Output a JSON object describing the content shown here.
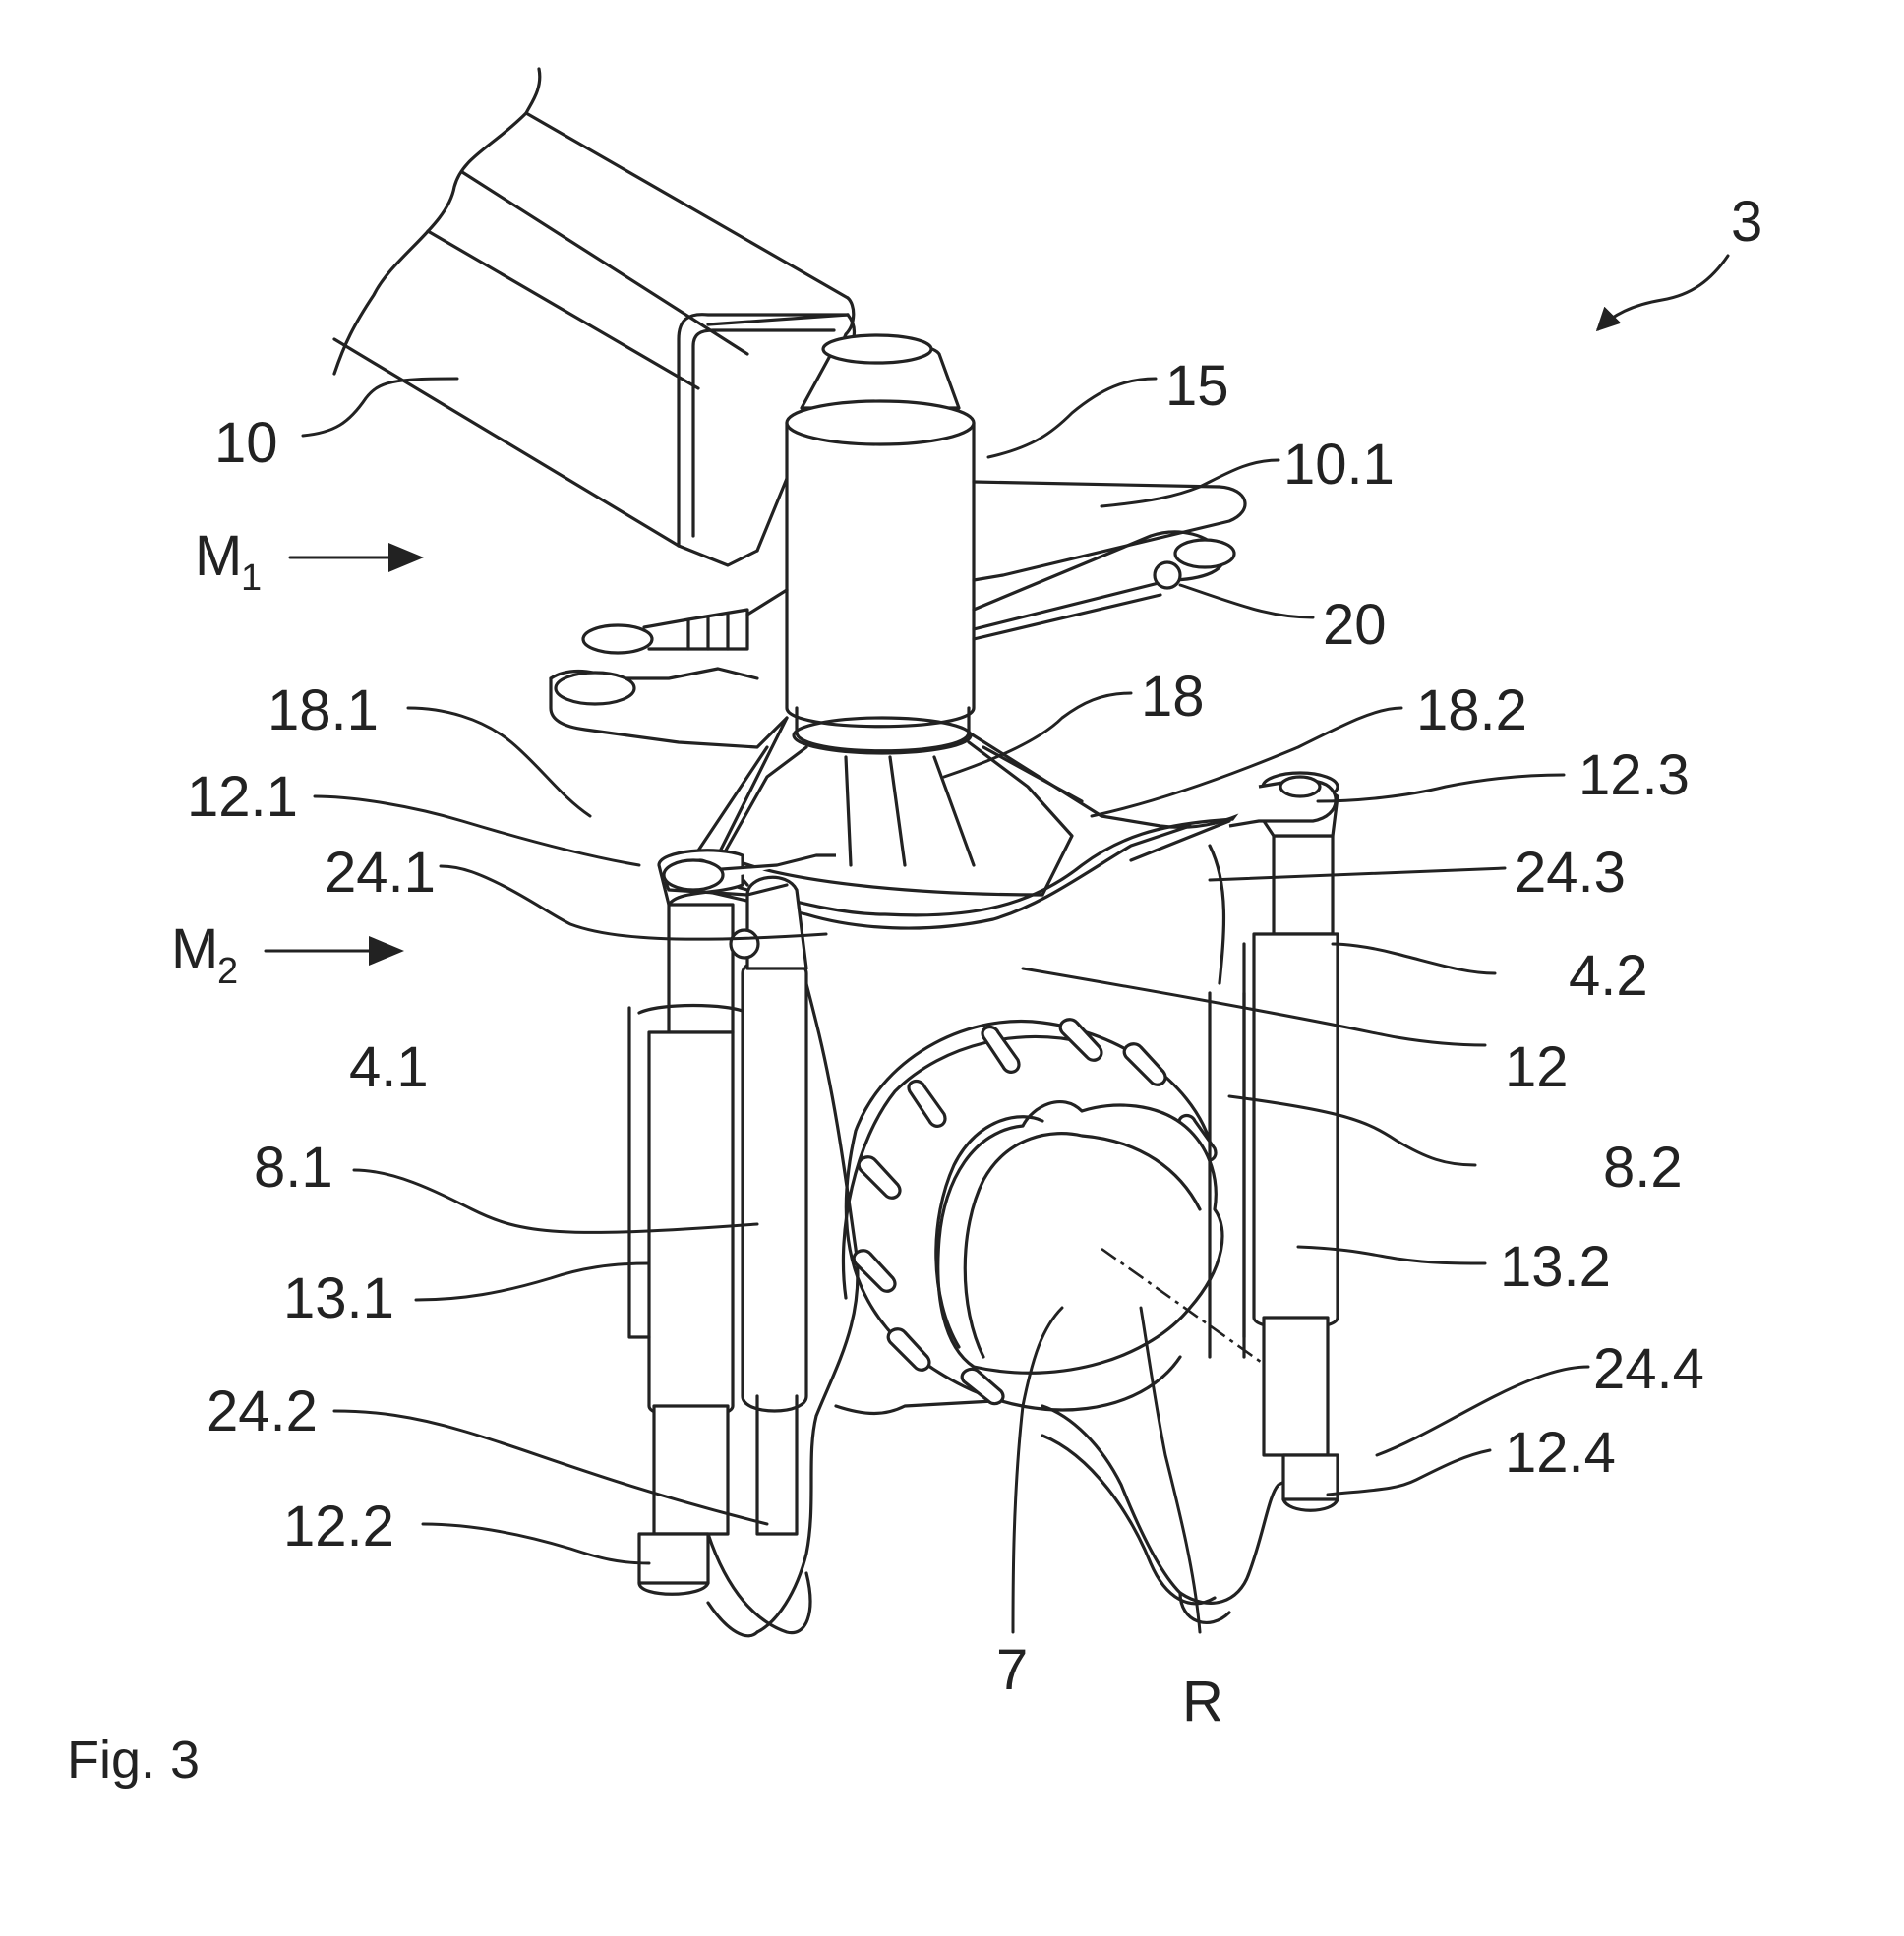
{
  "figure": {
    "caption": "Fig. 3",
    "colors": {
      "line": "#222222",
      "background": "#ffffff"
    },
    "labels": {
      "assembly": "3",
      "l10": "10",
      "l10_1": "10.1",
      "l15": "15",
      "l20": "20",
      "l18": "18",
      "l18_1": "18.1",
      "l18_2": "18.2",
      "l12_1": "12.1",
      "l12_3": "12.3",
      "l24_1": "24.1",
      "l24_3": "24.3",
      "l4_1": "4.1",
      "l4_2": "4.2",
      "l12": "12",
      "l8_1": "8.1",
      "l8_2": "8.2",
      "l13_1": "13.1",
      "l13_2": "13.2",
      "l24_2": "24.2",
      "l24_4": "24.4",
      "l12_2": "12.2",
      "l12_4": "12.4",
      "l7": "7",
      "lR": "R"
    },
    "markers": {
      "m1_base": "M",
      "m1_sub": "1",
      "m2_base": "M",
      "m2_sub": "2"
    }
  }
}
